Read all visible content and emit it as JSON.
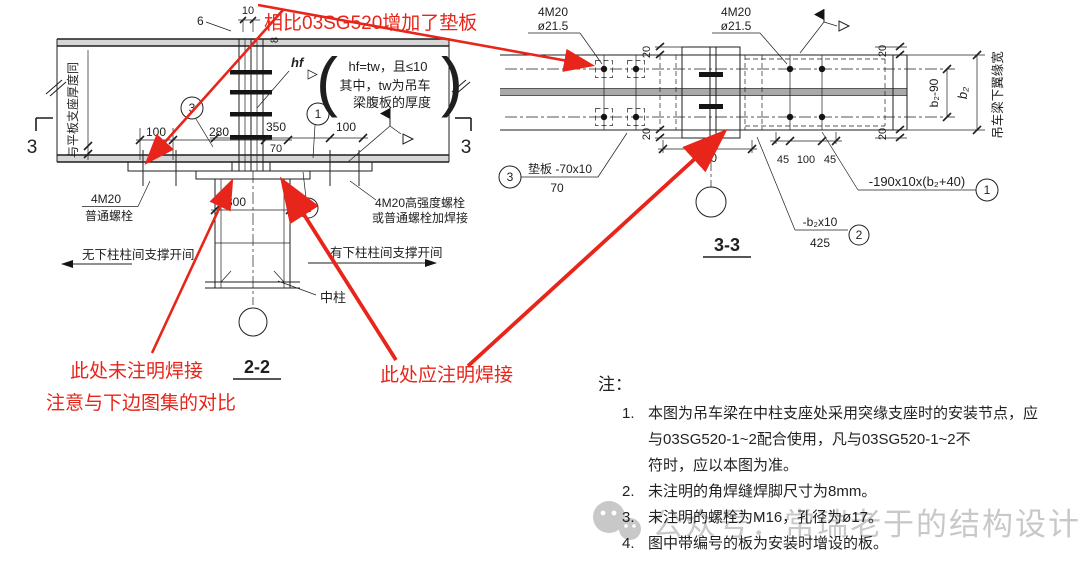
{
  "annotations": {
    "color": "#E8251A",
    "top_note": "相比03SG520增加了垫板",
    "left_note_line1": "此处未注明焊接",
    "left_note_line2": "注意与下边图集的对比",
    "center_note": "此处应注明焊接"
  },
  "section_2_2": {
    "title": "2-2",
    "top_dims": {
      "d6": "6",
      "d10": "10",
      "d8": "8"
    },
    "weld_label": "hf",
    "formula": {
      "paren_open": "(",
      "line1": "hf=tw，且≤10",
      "line2": "其中，tw为吊车",
      "line3": "梁腹板的厚度",
      "paren_close": ")"
    },
    "left_support_note": "与平板支座厚度同",
    "dims": {
      "d100l": "100",
      "d280": "280",
      "d70": "70",
      "d350": "350",
      "d100r": "100",
      "d300": "300"
    },
    "bubbles": {
      "b1": "1",
      "b2": "2",
      "b3": "3"
    },
    "section_mark": "3",
    "bolt_label": {
      "line1": "4M20",
      "line2": "普通螺栓"
    },
    "hs_bolt_label": {
      "line1": "4M20高强度螺栓",
      "line2": "或普通螺栓加焊接"
    },
    "column_label": "中柱",
    "bay_left": "无下柱柱间支撑开间",
    "bay_right": "有下柱柱间支撑开间"
  },
  "section_3_3": {
    "title": "3-3",
    "bolt_label_left": {
      "line1": "4M20",
      "line2": "ø21.5"
    },
    "bolt_label_right": {
      "line1": "4M20",
      "line2": "ø21.5"
    },
    "washer_label": {
      "circle": "3",
      "text": "垫板 -70x10",
      "denominator": "70"
    },
    "plate1_label": {
      "text": "-190x10x(b₂+40)",
      "circle": "1"
    },
    "plate2_label": {
      "text": "-b₂x10",
      "denominator": "425",
      "circle": "2"
    },
    "dims": {
      "d20": "20",
      "d300": "300",
      "d45": "45",
      "d100": "100",
      "b2_90": "b₂-90",
      "b2": "b₂"
    },
    "flange_width_note": "吊车梁下翼缘宽"
  },
  "notes": {
    "header": "注：",
    "items": [
      {
        "num": "1.",
        "lines": [
          "本图为吊车梁在中柱支座处采用突缘支座时的安装节点，应",
          "与03SG520-1~2配合使用，凡与03SG520-1~2不",
          "符时，应以本图为准。"
        ]
      },
      {
        "num": "2.",
        "lines": [
          "未注明的角焊缝焊脚尺寸为8mm。"
        ]
      },
      {
        "num": "3.",
        "lines": [
          "未注明的螺栓为M16，孔径为ø17。"
        ]
      },
      {
        "num": "4.",
        "lines": [
          "图中带编号的板为安装时增设的板。"
        ]
      }
    ]
  },
  "watermark": {
    "text": "公众号：常瑞老于的结构设计"
  }
}
